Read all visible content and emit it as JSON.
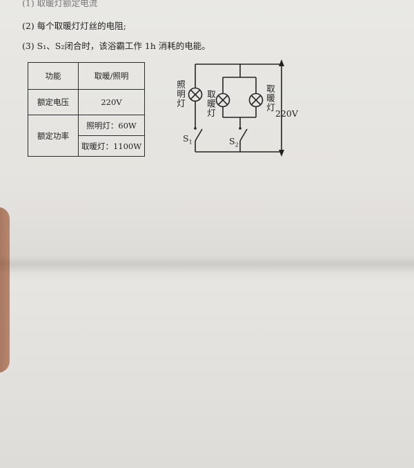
{
  "question_lines": {
    "top_cut": "(1) 取暖灯额定电流",
    "q2": "(2) 每个取暖灯灯丝的电阻;",
    "q3": "(3) S₁、S₂闭合时，该浴霸工作 1h 消耗的电能。"
  },
  "spec_table": {
    "header_label": "功能",
    "header_value": "取暖/照明",
    "voltage_label": "额定电压",
    "voltage_value": "220V",
    "power_label": "额定功率",
    "power_light": "照明灯：60W",
    "power_heat": "取暖灯：1100W"
  },
  "circuit": {
    "lighting_lamp_label": "照明灯",
    "heating_lamp_label_1": "取暖灯",
    "heating_lamp_label_2": "取暖灯",
    "voltage": "220V",
    "switch1_label": "S",
    "switch1_sub": "1",
    "switch2_label": "S",
    "switch2_sub": "2"
  }
}
